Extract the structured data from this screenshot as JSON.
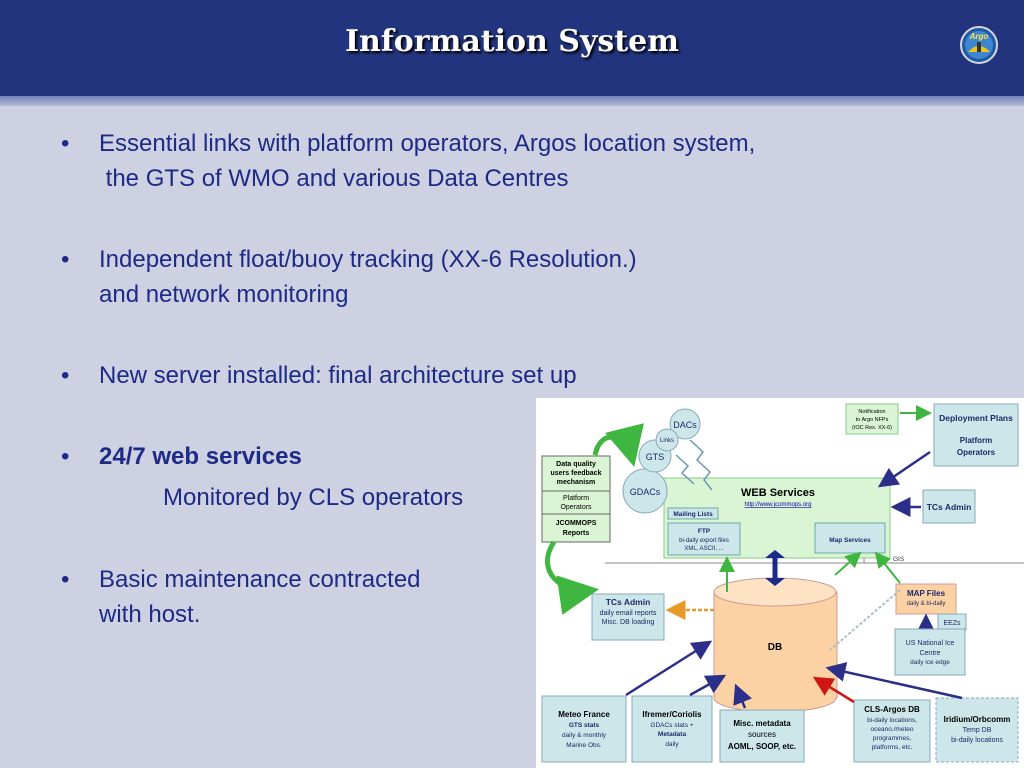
{
  "header": {
    "title": "Information System",
    "logo_text": "Argo"
  },
  "bullets": [
    {
      "line1": "Essential links with platform operators, Argos location system,",
      "line2": " the GTS of WMO and various Data Centres"
    },
    {
      "line1": "Independent float/buoy tracking  (XX-6 Resolution.)",
      "line2": "and network monitoring"
    },
    {
      "line1": "New server installed: final architecture set up"
    },
    {
      "line1": "24/7 web services",
      "sub": "Monitored by CLS operators"
    },
    {
      "line1": "Basic maintenance contracted",
      "line2": "with host."
    }
  ],
  "bullet_symbol": "•",
  "diagram": {
    "dacs": "DACs",
    "links": "Links",
    "gts": "GTS",
    "gdacs": "GDACs",
    "notification": [
      "Notification",
      "to Argo NFPs",
      "(IOC Res. XX-6)"
    ],
    "deployment": {
      "title": "Deployment Plans",
      "sub1": "Platform",
      "sub2": "Operators"
    },
    "dq": {
      "l1": "Data quality",
      "l2": "users feedback",
      "l3": "mechanism",
      "p1": "Platform",
      "p2": "Operators",
      "j1": "JCOMMOPS",
      "j2": "Reports"
    },
    "web": {
      "title": "WEB Services",
      "url": "http://www.jcommops.org",
      "mailing": "Mailing Lists",
      "ftp": "FTP",
      "ftp2": "bi-daily export files",
      "ftp3": "XML, ASCII, ...",
      "map": "Map Services"
    },
    "tcs_right": "TCs Admin",
    "gis": "GIS",
    "tcs_left": {
      "title": "TCs Admin",
      "l1": "daily email reports",
      "l2": "Misc. DB loading"
    },
    "db": "DB",
    "map_files": {
      "title": "MAP Files",
      "sub": "daily & bi-daily"
    },
    "eezs": "EEZs",
    "usice": {
      "l1": "US National Ice",
      "l2": "Centre",
      "l3": "daily ice edge"
    },
    "meteo": {
      "title": "Meteo France",
      "l1": "GTS stats",
      "l2": "daily & monthly",
      "l3": "Marine Obs."
    },
    "ifremer": {
      "title": "Ifremer/Coriolis",
      "l1": "GDACs stats +",
      "l2": "Metadata",
      "l3": "daily"
    },
    "misc": {
      "l1": "Misc. metadata",
      "l2": "sources",
      "l3": "AOML, SOOP, etc."
    },
    "cls": {
      "title": "CLS-Argos DB",
      "l1": "bi-daily locations,",
      "l2": "oceano./meteo",
      "l3": "programmes,",
      "l4": "platforms, etc."
    },
    "iridium": {
      "title": "Iridium/Orbcomm",
      "l1": "Temp DB",
      "l2": "bi-daily locations"
    }
  },
  "colors": {
    "header": "#23347e",
    "background": "#cdd1e1",
    "text": "#1d2a86",
    "box": "#cde6e9",
    "web": "#d9f5d3",
    "db": "#fcd2a5"
  }
}
